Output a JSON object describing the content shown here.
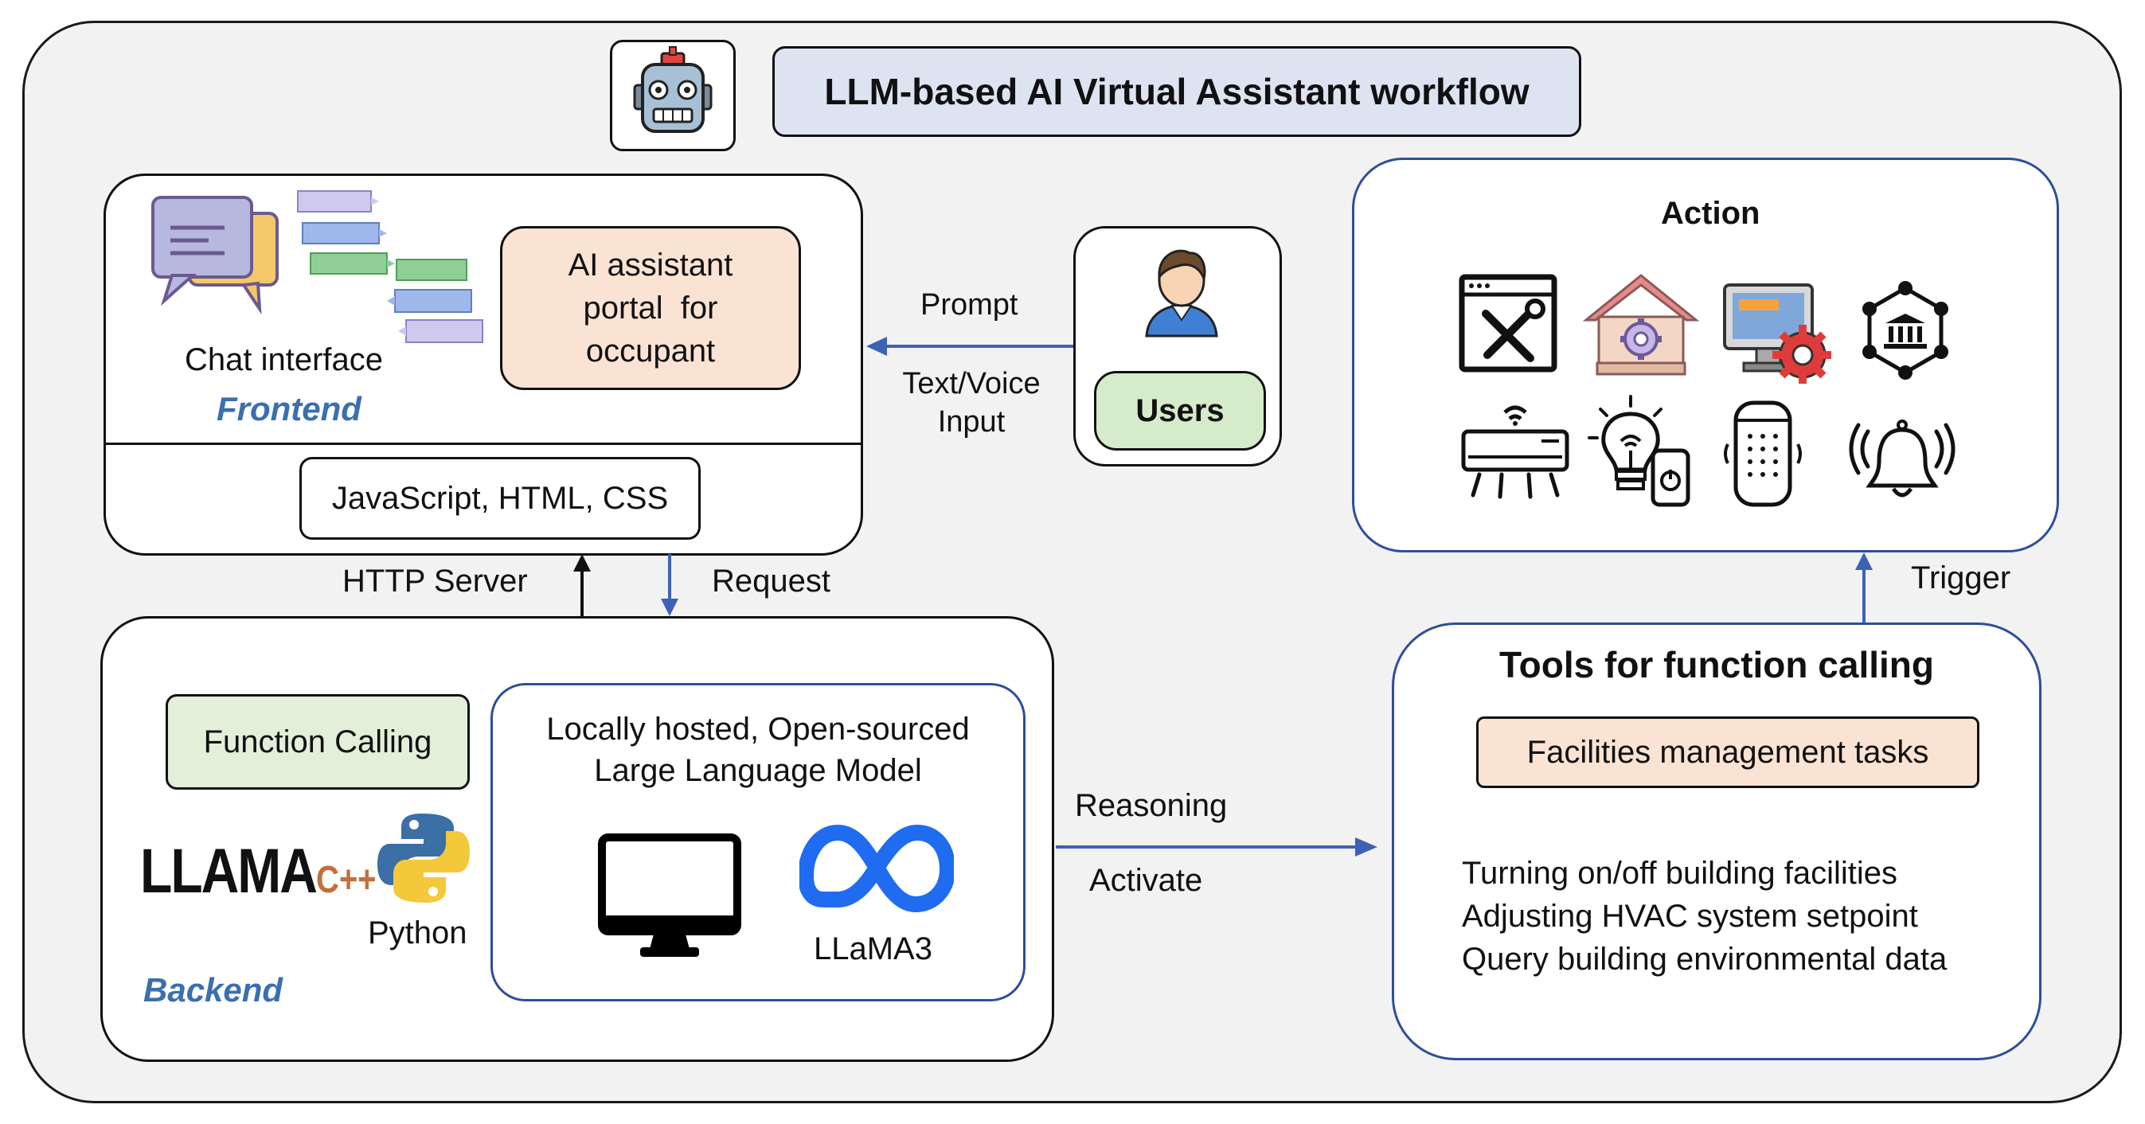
{
  "title": "LLM-based AI Virtual Assistant workflow",
  "frontend": {
    "chat_interface": "Chat interface",
    "portal_line1": "AI assistant",
    "portal_line2": "portal  for",
    "portal_line3": "occupant",
    "section_label": "Frontend",
    "tech": "JavaScript, HTML, CSS"
  },
  "users": {
    "label": "Users",
    "prompt": "Prompt",
    "input_line1": "Text/Voice",
    "input_line2": "Input"
  },
  "links": {
    "http_server": "HTTP Server",
    "request": "Request",
    "reasoning": "Reasoning",
    "activate": "Activate",
    "trigger": "Trigger"
  },
  "backend": {
    "function_calling": "Function Calling",
    "llama_cpp": "LLAMA",
    "cpp_suffix": "C++",
    "python": "Python",
    "section_label": "Backend",
    "llm_line1": "Locally hosted, Open-sourced",
    "llm_line2": "Large Language Model",
    "llama3": "LLaMA3"
  },
  "action": {
    "title": "Action",
    "icons": [
      "settings-tools-icon",
      "smart-home-icon",
      "computer-gear-icon",
      "bank-network-icon",
      "air-conditioner-icon",
      "smart-bulb-icon",
      "smart-speaker-icon",
      "bell-icon"
    ]
  },
  "tools": {
    "title": "Tools for function calling",
    "tasks_badge": "Facilities management tasks",
    "items": [
      "Turning on/off building facilities",
      "Adjusting HVAC system setpoint",
      "Query building environmental data"
    ]
  },
  "colors": {
    "frontend_blue": "#3a6fb0",
    "portal_fill": "#fbe3d4",
    "users_fill": "#d6ebc9",
    "title_fill": "#dde3f1",
    "arrow_blue": "#3d62b5",
    "border_navy": "#2d4f9a"
  }
}
